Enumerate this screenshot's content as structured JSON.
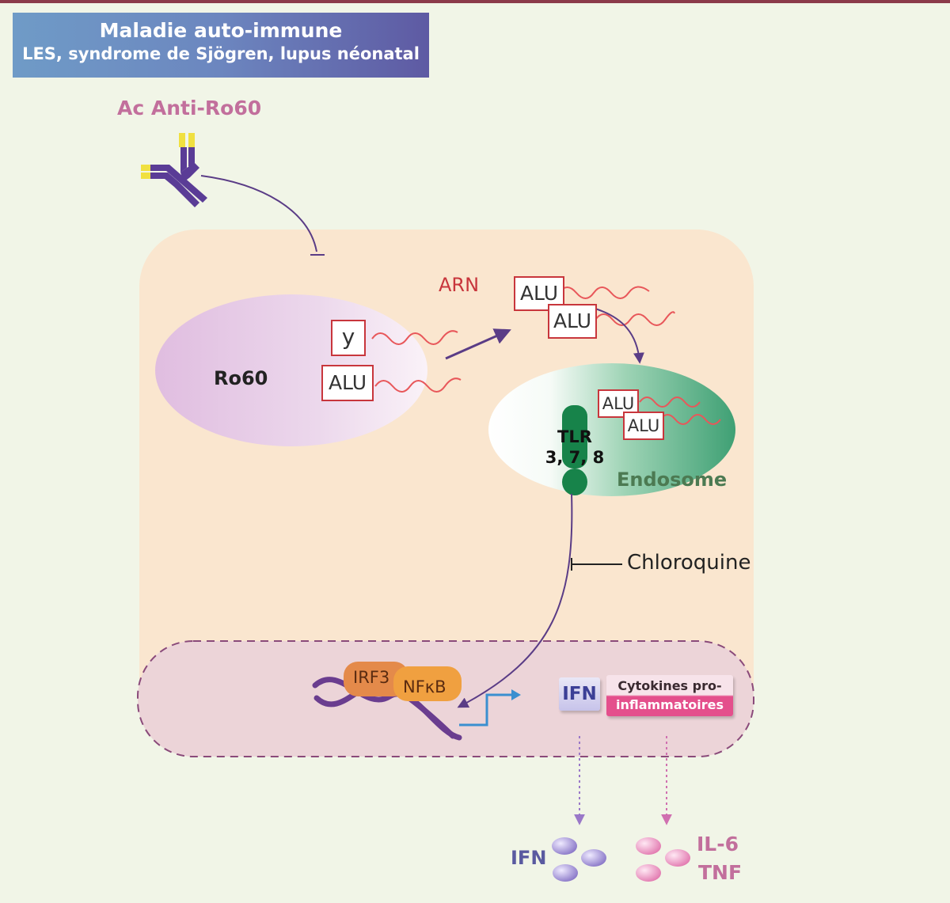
{
  "header": {
    "title": "Maladie auto-immune",
    "subtitle": "LES, syndrome de Sjögren, lupus néonatal"
  },
  "labels": {
    "antibody": "Ac Anti-Ro60",
    "arn": "ARN",
    "ro60": "Ro60",
    "y_box": "y",
    "alu": "ALU",
    "tlr_line1": "TLR",
    "tlr_line2": "3, 7, 8",
    "endosome": "Endosome",
    "chloroquine": "Chloroquine",
    "irf3": "IRF3",
    "nfkb": "NFκB",
    "ifn_tag": "IFN",
    "cytokines_line1": "Cytokines pro-",
    "cytokines_line2": "inflammatoires",
    "ifn_out": "IFN",
    "il6": "IL-6",
    "tnf": "TNF"
  },
  "colors": {
    "top_border": "#8b3a4a",
    "background": "#f1f5e7",
    "cell": "#fae6cf",
    "nucleus": "#ecd4d8",
    "ro60": "#e4c9e5",
    "endosome": "#45a37a",
    "rna": "#e8575a",
    "pathway_arrow": "#5a3c86",
    "antibody_heavy": "#5a3c96",
    "antibody_tip": "#f0e040",
    "tlr": "#17834a",
    "irf3": "#e48a4a",
    "nfkb": "#f0a040",
    "dna": "#6a3d8f",
    "transcription_arrow": "#3a8fd0",
    "ifn_molecule": "#9a88d0",
    "cytokine_molecule": "#e888b8"
  }
}
